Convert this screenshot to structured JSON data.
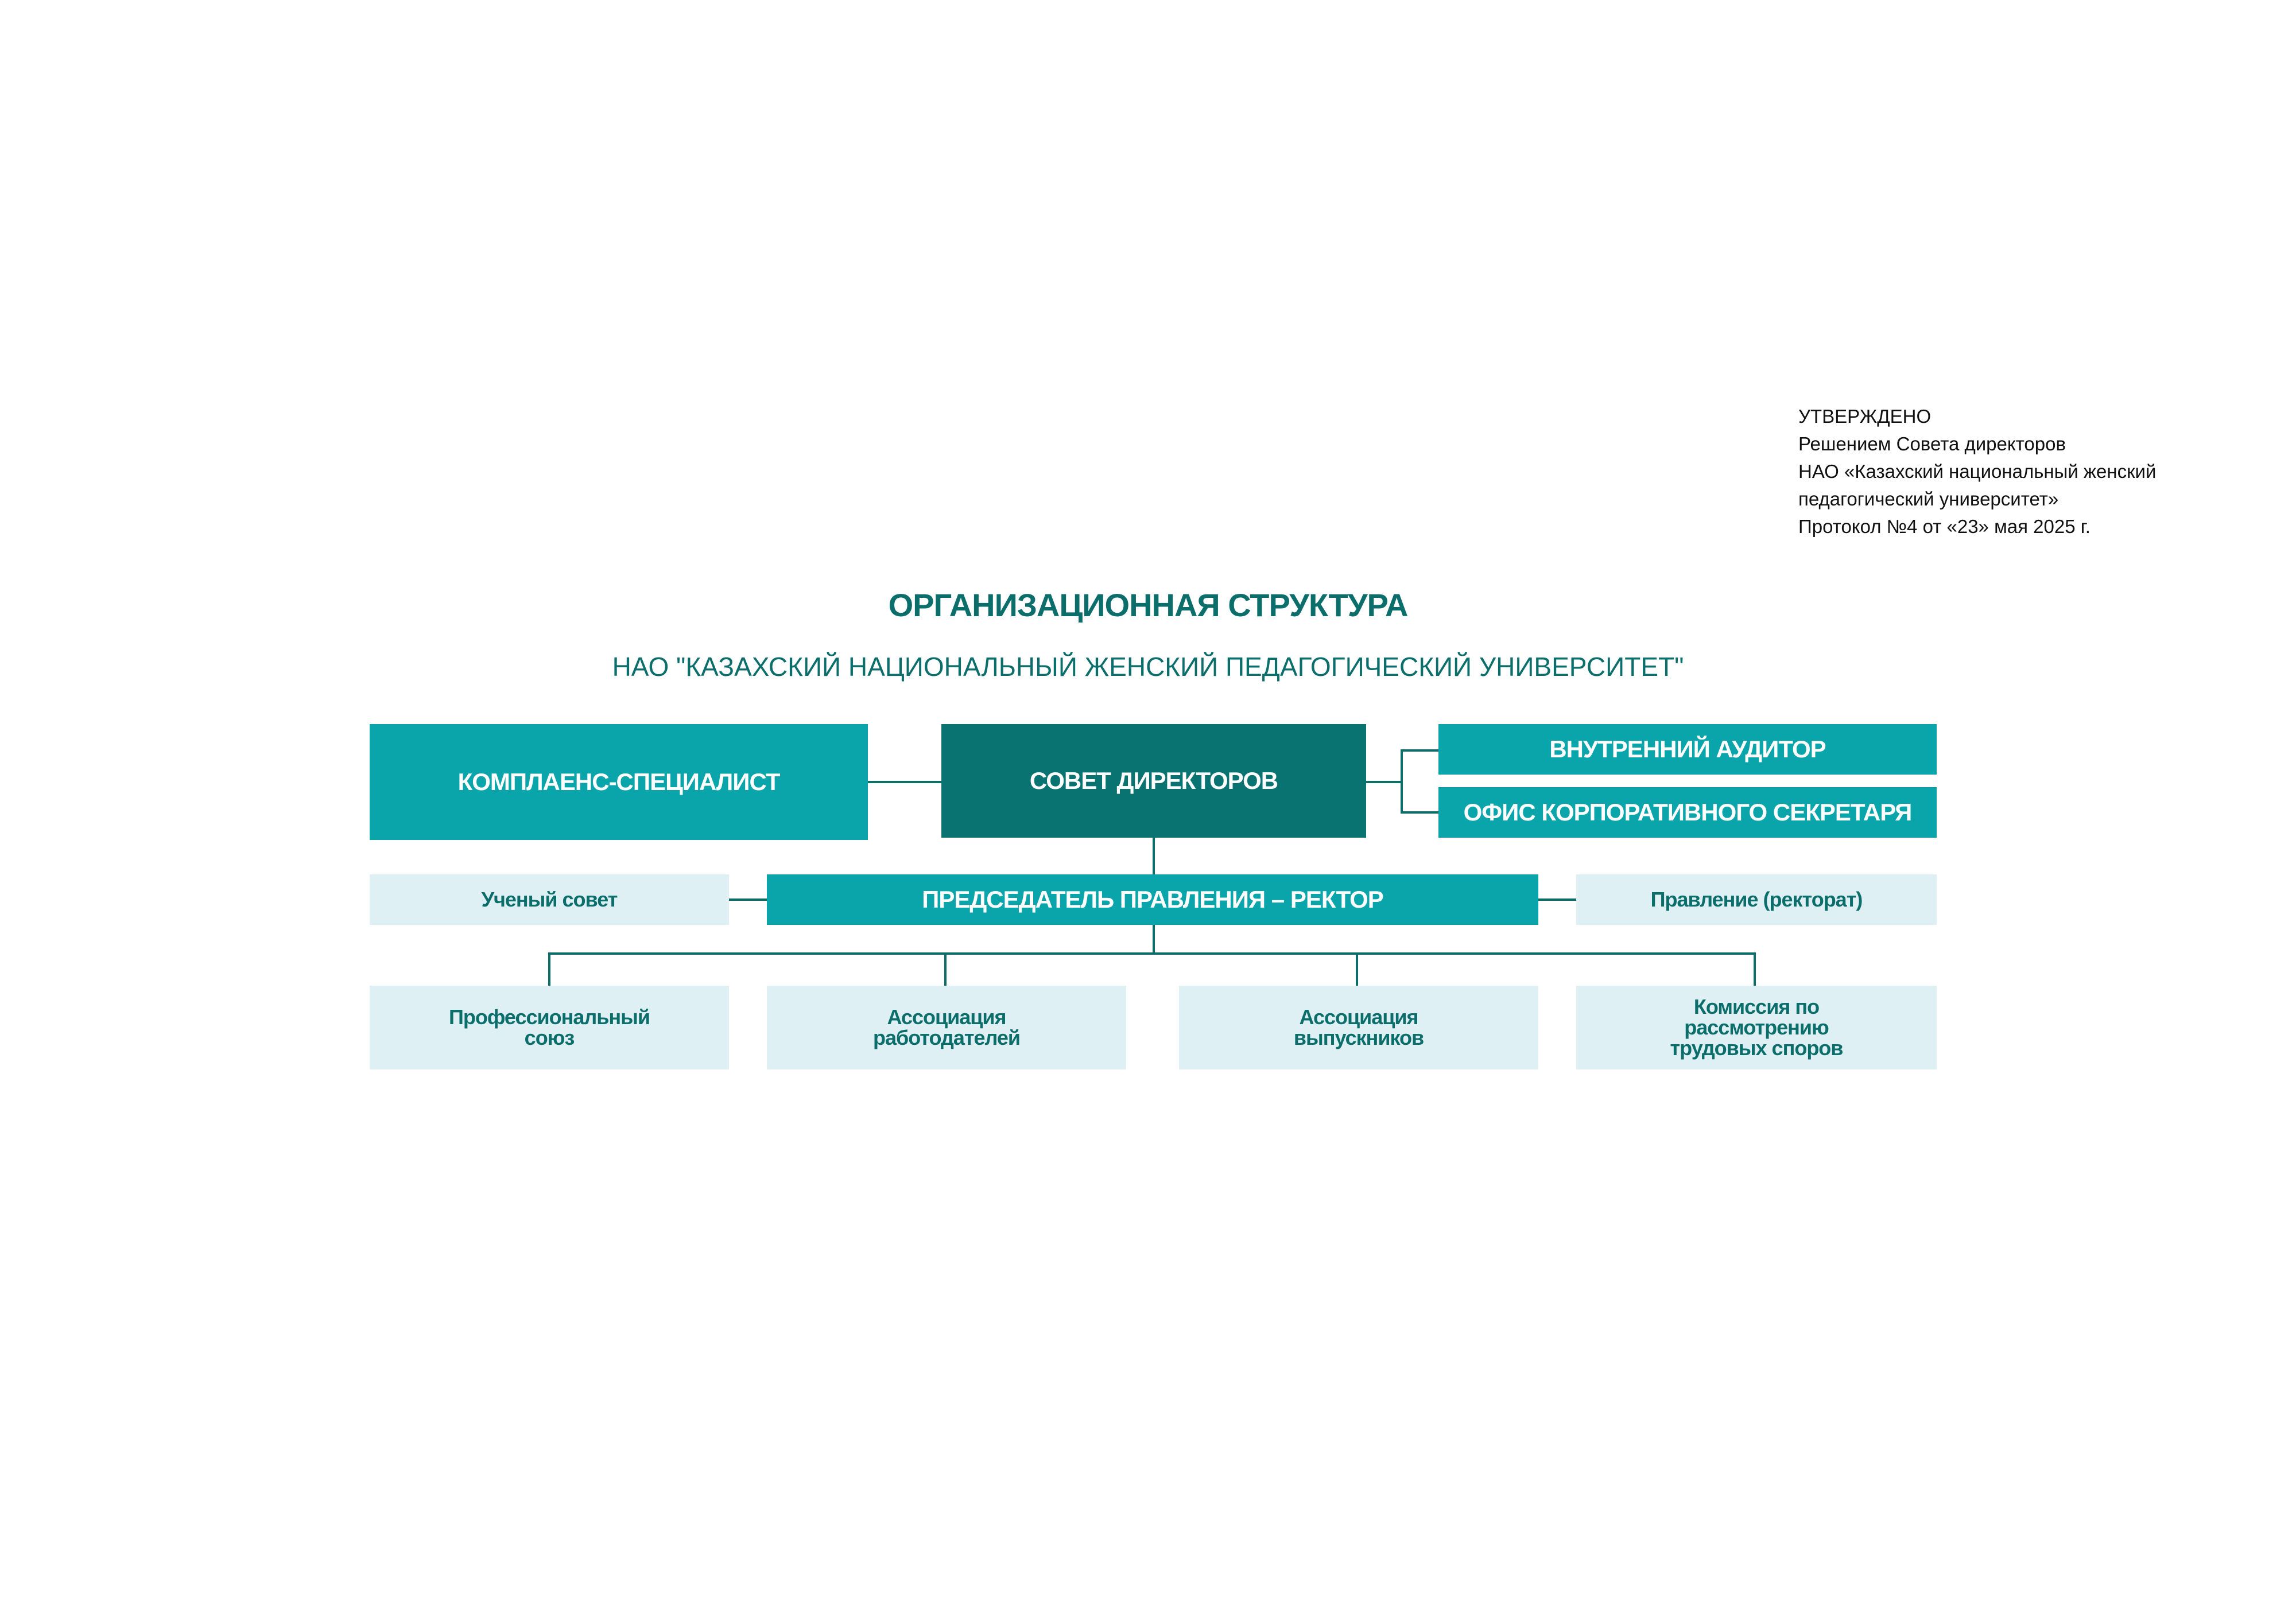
{
  "approval": {
    "line1": "УТВЕРЖДЕНО",
    "line2": "Решением Совета директоров",
    "line3": "НАО «Казахский национальный женский",
    "line4": "педагогический университет»",
    "line5": "Протокол №4 от «23» мая 2025 г."
  },
  "title": "ОРГАНИЗАЦИОННАЯ СТРУКТУРА",
  "subtitle": "НАО \"КАЗАХСКИЙ НАЦИОНАЛЬНЫЙ ЖЕНСКИЙ ПЕДАГОГИЧЕСКИЙ УНИВЕРСИТЕТ\"",
  "nodes": {
    "compliance": "КОМПЛАЕНС-СПЕЦИАЛИСТ",
    "board": "СОВЕТ ДИРЕКТОРОВ",
    "auditor": "ВНУТРЕННИЙ АУДИТОР",
    "secretary": "ОФИС КОРПОРАТИВНОГО СЕКРЕТАРЯ",
    "academic_council": "Ученый совет",
    "chairman": "ПРЕДСЕДАТЕЛЬ ПРАВЛЕНИЯ – РЕКТОР",
    "management": "Правление (ректорат)",
    "union": "Профессиональный союз",
    "employers": "Ассоциация работодателей",
    "graduates": "Ассоциация выпускников",
    "labor_commission": "Комиссия по рассмотрению трудовых споров"
  },
  "colors": {
    "dark": "#087371",
    "teal": "#0aa5aa",
    "light": "#dff0f4",
    "text": "#0b6e6b"
  }
}
